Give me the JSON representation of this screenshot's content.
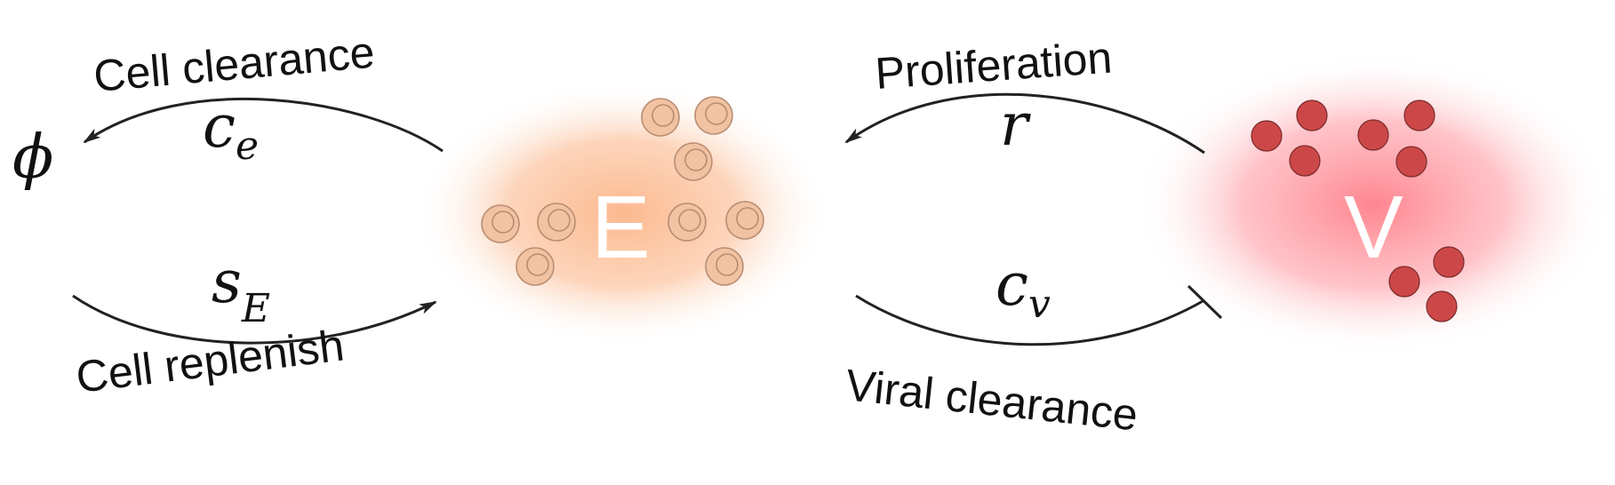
{
  "left_node": {
    "symbol": "ϕ"
  },
  "E_node": {
    "label": "E",
    "glow_color": "#fcb589",
    "cell_fill": "#f1c3a2",
    "cell_stroke": "#b98c72"
  },
  "V_node": {
    "label": "V",
    "glow_color": "#ff8c96",
    "particle_fill": "#cc4848",
    "particle_stroke": "#7a2a2a"
  },
  "arrows": {
    "cell_clearance": {
      "label": "Cell clearance",
      "rate_base": "c",
      "rate_sub": "e"
    },
    "cell_replenish": {
      "label": "Cell replenish",
      "rate_base": "s",
      "rate_sub": "E"
    },
    "proliferation": {
      "label": "Proliferation",
      "rate_base": "r",
      "rate_sub": ""
    },
    "viral_clearance": {
      "label": "Viral clearance",
      "rate_base": "c",
      "rate_sub": "v"
    }
  },
  "colors": {
    "arrow": "#222222",
    "text": "#111111"
  }
}
